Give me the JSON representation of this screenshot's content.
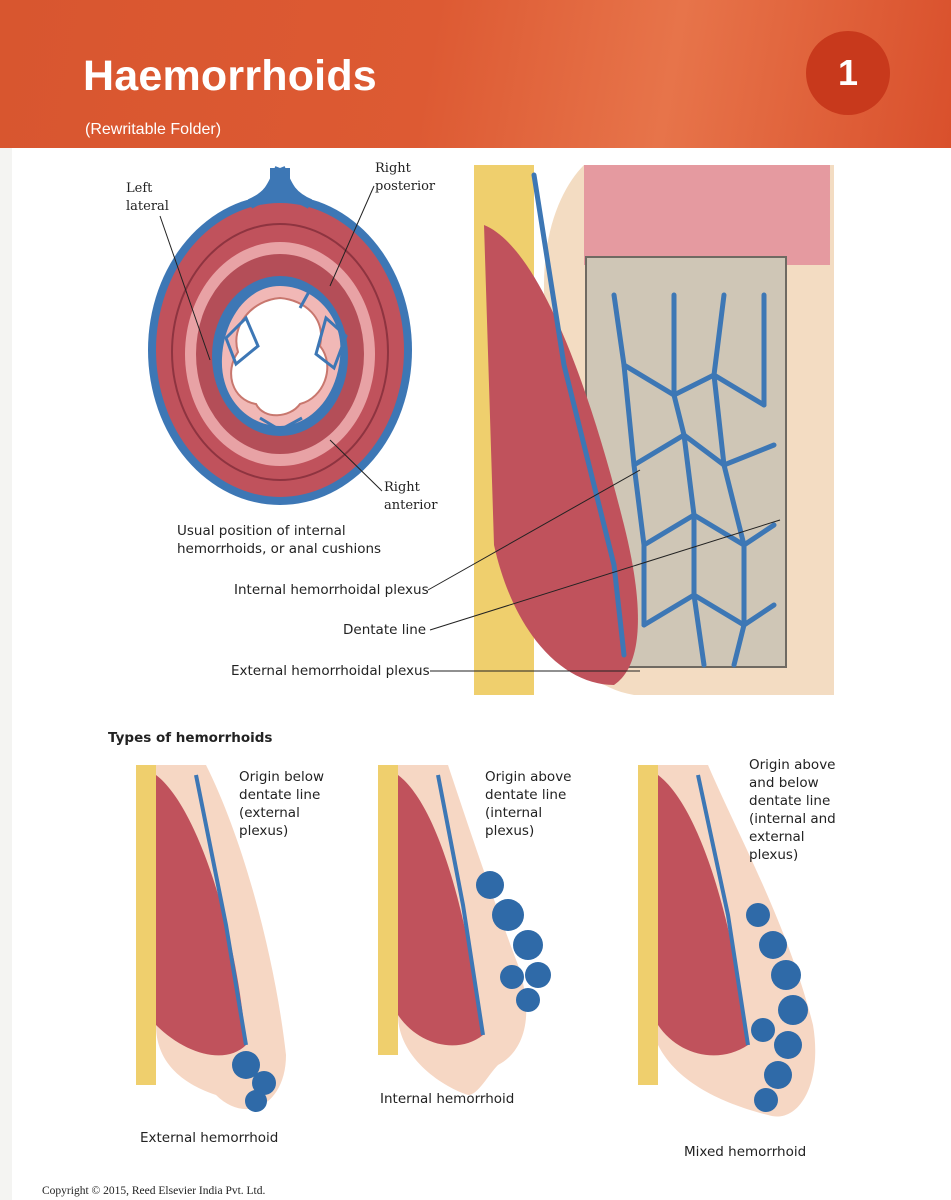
{
  "header": {
    "title": "Haemorrhoids",
    "subtitle": "(Rewritable Folder)",
    "badge": "1"
  },
  "cross_section": {
    "label_left_lateral": [
      "Left",
      "lateral"
    ],
    "label_right_posterior": [
      "Right",
      "posterior"
    ],
    "label_right_anterior": [
      "Right",
      "anterior"
    ],
    "caption": [
      "Usual position of internal",
      "hemorrhoids, or anal cushions"
    ]
  },
  "longitudinal": {
    "internal_plexus": "Internal hemorrhoidal plexus",
    "dentate_line": "Dentate line",
    "external_plexus": "External hemorrhoidal plexus"
  },
  "types": {
    "heading": "Types of hemorrhoids",
    "external": {
      "origin": [
        "Origin below",
        "dentate line",
        "(external",
        "plexus)"
      ],
      "caption": "External hemorrhoid"
    },
    "internal": {
      "origin": [
        "Origin above",
        "dentate line",
        "(internal",
        "plexus)"
      ],
      "caption": "Internal hemorrhoid"
    },
    "mixed": {
      "origin": [
        "Origin above",
        "and below",
        "dentate line",
        "(internal and",
        "external",
        "plexus)"
      ],
      "caption": "Mixed hemorrhoid"
    }
  },
  "footer": {
    "copyright": "Copyright © 2015, Reed Elsevier India Pvt. Ltd."
  },
  "colors": {
    "header": "#d8562f",
    "badge": "#c8391c",
    "vein_blue": "#3b74b0",
    "muscle": "#b9525a",
    "fat": "#efcf6d",
    "mucosa": "#e9a3a6"
  }
}
